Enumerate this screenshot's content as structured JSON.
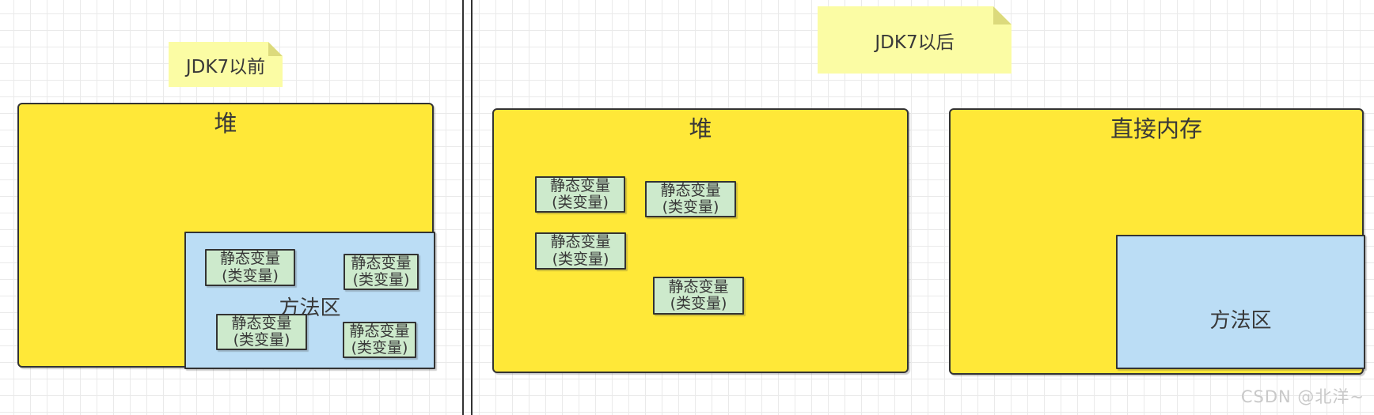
{
  "labels": {
    "static_line1": "静态变量",
    "static_line2": "(类变量)"
  },
  "left_panel": {
    "note": "JDK7以前",
    "heap_label": "堆",
    "method_area_label": "方法区",
    "static_box_count": 4
  },
  "middle_panel": {
    "note": "JDK7以后",
    "heap_label": "堆",
    "static_box_count": 4
  },
  "right_panel": {
    "direct_memory_label": "直接内存",
    "method_area_label": "方法区"
  },
  "page": {
    "watermark": "CSDN @北洋~"
  },
  "colors": {
    "heap_yellow": "#FFE838",
    "sticky_yellow": "#FBFCA4",
    "sticky_fold": "#DCDA7C",
    "method_blue": "#BBDDF5",
    "static_green": "#CDEACC",
    "stroke_dark": "#333333",
    "grid_line": "#EAEAEA",
    "watermark_gray": "#C9C9C9"
  }
}
